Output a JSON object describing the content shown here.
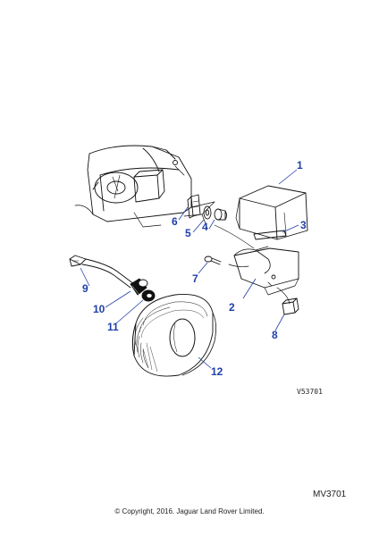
{
  "callouts": [
    {
      "number": "1"
    },
    {
      "number": "2"
    },
    {
      "number": "3"
    },
    {
      "number": "4"
    },
    {
      "number": "5"
    },
    {
      "number": "6"
    },
    {
      "number": "7"
    },
    {
      "number": "8"
    },
    {
      "number": "9"
    },
    {
      "number": "10"
    },
    {
      "number": "11"
    },
    {
      "number": "12"
    }
  ],
  "ref_code": "V53701",
  "drawing_number": "MV3701",
  "copyright": "© Copyright, 2016. Jaguar Land Rover Limited.",
  "colors": {
    "callout": "#1f3fa8",
    "leader": "#1f3fa8",
    "line": "#111111"
  }
}
